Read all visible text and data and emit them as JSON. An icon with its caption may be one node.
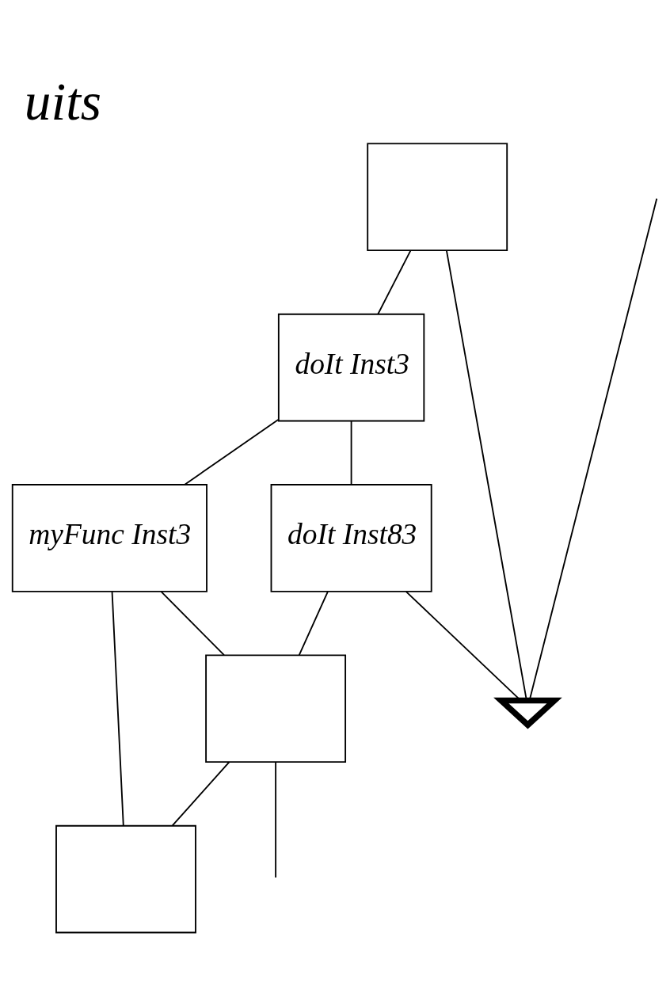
{
  "diagram": {
    "title": "uits",
    "nodes": [
      {
        "text": [],
        "shape": "box"
      },
      {
        "text": [],
        "shape": "box"
      },
      {
        "text": [
          "doIt Inst3"
        ]
      },
      {
        "text": [
          "myFunc Inst3"
        ]
      },
      {
        "text": [
          "doIt Inst83"
        ]
      },
      {
        "text": [],
        "shape": "box"
      },
      {
        "text": [],
        "shape": "chevron"
      }
    ],
    "edges": [
      {
        "from": null,
        "to": 6,
        "arrow": "none"
      },
      {
        "from": 4,
        "to": 6,
        "arrow": "none"
      },
      {
        "from": 6,
        "to": 0,
        "arrow": "none"
      },
      {
        "from": 0,
        "to": 2,
        "arrow": "none"
      },
      {
        "from": 5,
        "to": 1,
        "arrow": "none"
      },
      {
        "from": 1,
        "to": 3,
        "arrow": "none"
      },
      {
        "from": 2,
        "to": 3,
        "arrow": "none"
      },
      {
        "from": 2,
        "to": 4,
        "arrow": "none"
      },
      {
        "from": 3,
        "to": 5,
        "arrow": "none"
      },
      {
        "from": 4,
        "to": 5,
        "arrow": "none"
      },
      {
        "from": 5,
        "to": null,
        "arrow": "none"
      }
    ]
  }
}
